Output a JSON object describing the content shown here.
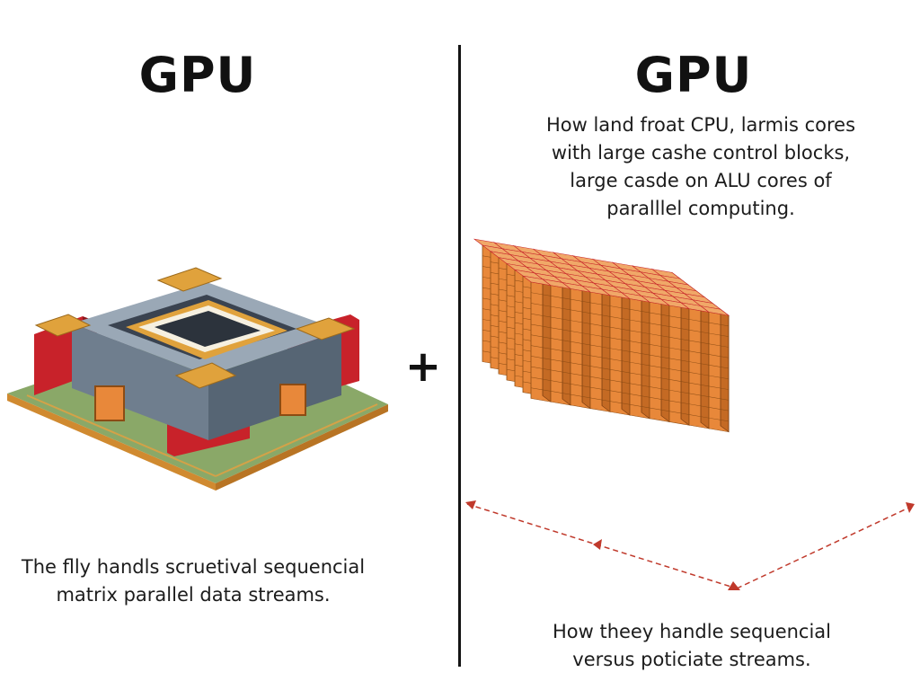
{
  "left": {
    "title": "GPU",
    "caption_lines": [
      "The flly handls scruetival sequencial",
      "matrix parallel data streams."
    ]
  },
  "separator_symbol": "+",
  "right": {
    "title": "GPU",
    "description_lines": [
      "How land froat CPU, larmis cores",
      "with large cashe control blocks,",
      "large casde on ALU cores of",
      "paralllel computing."
    ],
    "caption_lines": [
      "How theey handle sequencial",
      "versus poticiate streams."
    ]
  },
  "colors": {
    "divider": "#141414",
    "core_orange": "#e8883a",
    "core_red_grid": "#c8222a",
    "block_gray": "#8a98a8",
    "pad_gold": "#e0a23c",
    "board_green": "#8aa868",
    "dimension_line": "#c0392b"
  }
}
